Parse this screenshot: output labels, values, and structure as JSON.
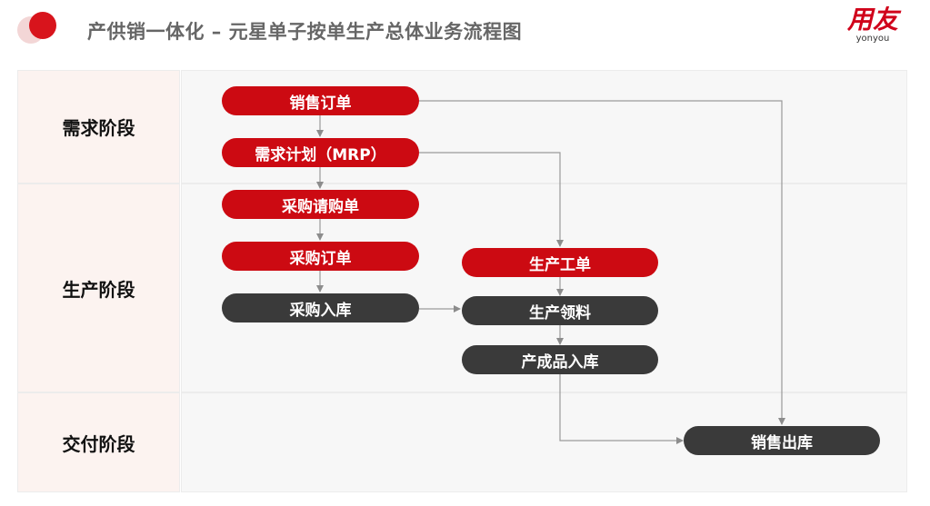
{
  "header": {
    "title": "产供销一体化 – 元星单子按单生产总体业务流程图",
    "brand_name": "用友",
    "brand_sub": "yonyou"
  },
  "stages": {
    "demand": "需求阶段",
    "production": "生产阶段",
    "delivery": "交付阶段"
  },
  "nodes": {
    "sales_order": "销售订单",
    "mrp": "需求计划（MRP）",
    "purchase_request": "采购请购单",
    "purchase_order": "采购订单",
    "purchase_inbound": "采购入库",
    "production_order": "生产工单",
    "material_issue": "生产领料",
    "finished_goods_inbound": "产成品入库",
    "sales_outbound": "销售出库"
  },
  "colors": {
    "accent_red": "#cc0a12",
    "dark_node": "#3a3a3a",
    "stage_label_bg": "#fcf3f0",
    "stage_area_bg": "#f7f7f7"
  }
}
